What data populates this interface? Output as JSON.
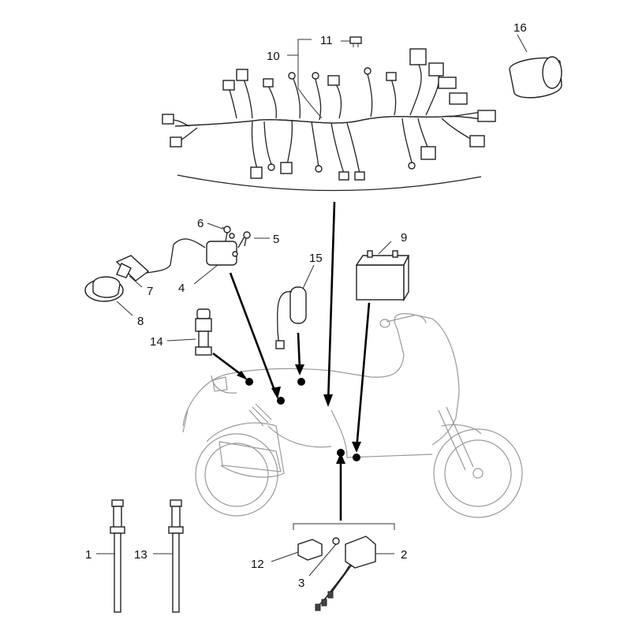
{
  "diagram": {
    "callouts": {
      "c1": "1",
      "c2": "2",
      "c3": "3",
      "c4": "4",
      "c5": "5",
      "c6": "6",
      "c7": "7",
      "c8": "8",
      "c9": "9",
      "c10": "10",
      "c11": "11",
      "c12": "12",
      "c13": "13",
      "c14": "14",
      "c15": "15",
      "c16": "16"
    }
  },
  "colors": {
    "line": "#222222",
    "scooter_outline": "#9a9a9a",
    "background": "#ffffff"
  }
}
